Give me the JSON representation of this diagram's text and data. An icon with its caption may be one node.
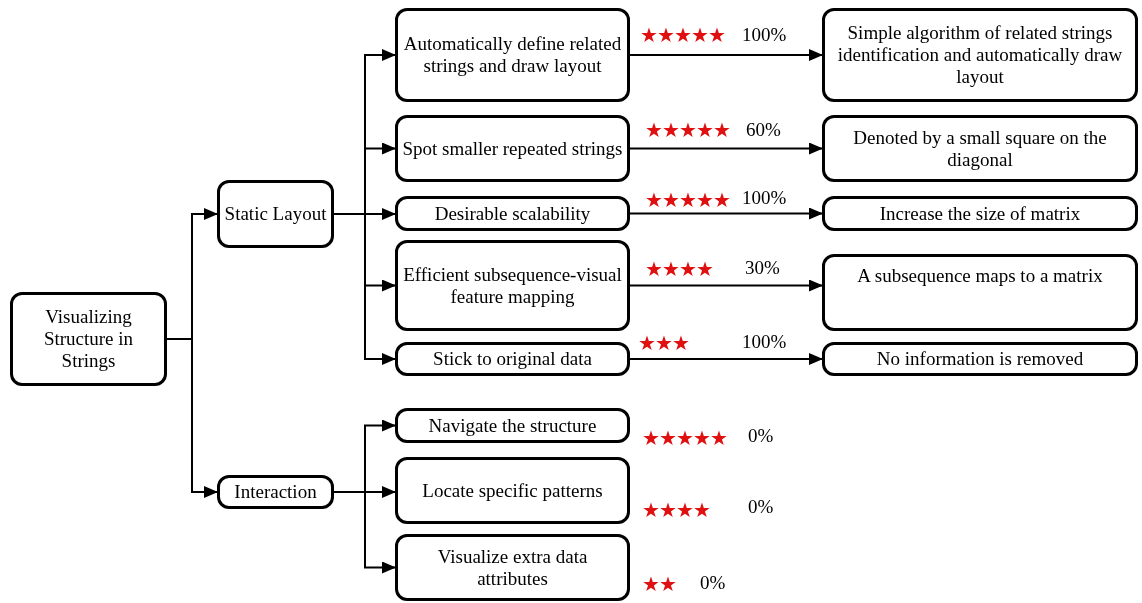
{
  "diagram": {
    "nodes": [
      {
        "text": [
          "Visualizing Structure in Strings"
        ]
      },
      {
        "text": [
          "Static Layout"
        ]
      },
      {
        "text": [
          "Interaction"
        ]
      },
      {
        "text": [
          "Automatically define related strings and draw layout"
        ],
        "beside": [
          "★★★★★",
          "100%"
        ]
      },
      {
        "text": [
          "Spot smaller repeated strings"
        ],
        "beside": [
          "★★★★★",
          "60%"
        ]
      },
      {
        "text": [
          "Desirable scalability"
        ],
        "beside": [
          "★★★★★",
          "100%"
        ]
      },
      {
        "text": [
          "Efficient subsequence-visual feature mapping"
        ],
        "beside": [
          "★★★★",
          "30%"
        ]
      },
      {
        "text": [
          "Stick to original data"
        ],
        "beside": [
          "★★★",
          "100%"
        ]
      },
      {
        "text": [
          "Navigate the structure"
        ],
        "beside": [
          "★★★★★",
          "0%"
        ]
      },
      {
        "text": [
          "Locate specific patterns"
        ],
        "beside": [
          "★★★★",
          "0%"
        ]
      },
      {
        "text": [
          "Visualize extra data attributes"
        ],
        "beside": [
          "★★",
          "0%"
        ]
      },
      {
        "text": [
          "Simple algorithm of related strings identification and automatically draw layout"
        ]
      },
      {
        "text": [
          "Denoted by a small square on the diagonal"
        ]
      },
      {
        "text": [
          "Increase the size of matrix"
        ]
      },
      {
        "text": [
          "A subsequence maps to a matrix"
        ]
      },
      {
        "text": [
          "No information is removed"
        ]
      }
    ],
    "edges": [
      {
        "from": 0,
        "to": 1,
        "arrow": "to"
      },
      {
        "from": 0,
        "to": 2,
        "arrow": "to"
      },
      {
        "from": 1,
        "to": 3,
        "arrow": "to"
      },
      {
        "from": 1,
        "to": 4,
        "arrow": "to"
      },
      {
        "from": 1,
        "to": 5,
        "arrow": "to"
      },
      {
        "from": 1,
        "to": 6,
        "arrow": "to"
      },
      {
        "from": 1,
        "to": 7,
        "arrow": "to"
      },
      {
        "from": 2,
        "to": 8,
        "arrow": "to"
      },
      {
        "from": 2,
        "to": 9,
        "arrow": "to"
      },
      {
        "from": 2,
        "to": 10,
        "arrow": "to"
      },
      {
        "from": 3,
        "to": 11,
        "arrow": "to"
      },
      {
        "from": 4,
        "to": 12,
        "arrow": "to"
      },
      {
        "from": 5,
        "to": 13,
        "arrow": "to"
      },
      {
        "from": 6,
        "to": 14,
        "arrow": "to"
      },
      {
        "from": 7,
        "to": 15,
        "arrow": "to"
      }
    ]
  }
}
